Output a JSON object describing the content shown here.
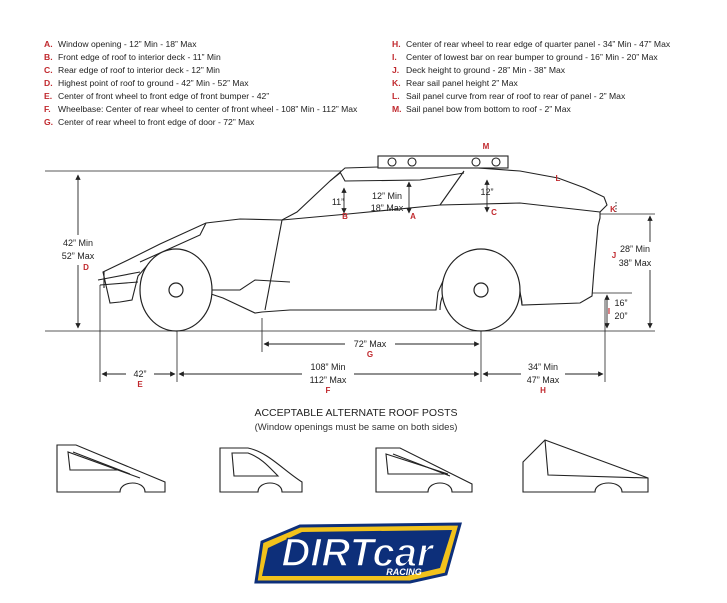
{
  "legend": {
    "left": [
      {
        "letter": "A.",
        "text": "Window opening - 12” Min - 18” Max"
      },
      {
        "letter": "B.",
        "text": "Front edge of roof to interior deck - 11” Min"
      },
      {
        "letter": "C.",
        "text": "Rear edge of roof to interior deck - 12” Min"
      },
      {
        "letter": "D.",
        "text": "Highest point of roof to ground - 42” Min - 52” Max"
      },
      {
        "letter": "E.",
        "text": "Center of front wheel to front edge of front bumper - 42”"
      },
      {
        "letter": "F.",
        "text": "Wheelbase: Center of rear wheel to center of front wheel - 108” Min - 112” Max"
      },
      {
        "letter": "G.",
        "text": "Center of rear wheel to front edge of door - 72” Max"
      }
    ],
    "right": [
      {
        "letter": "H.",
        "text": "Center of rear wheel to rear edge of quarter panel - 34” Min - 47” Max"
      },
      {
        "letter": "I.",
        "text": "Center of lowest bar on rear bumper to ground - 16” Min - 20” Max"
      },
      {
        "letter": "J.",
        "text": "Deck height to ground - 28” Min - 38” Max"
      },
      {
        "letter": "K.",
        "text": "Rear sail panel height 2” Max"
      },
      {
        "letter": "L.",
        "text": "Sail panel curve from rear of roof to rear of panel - 2” Max"
      },
      {
        "letter": "M.",
        "text": "Sail panel bow from bottom to roof - 2” Max"
      }
    ]
  },
  "dims": {
    "b_val": "11”",
    "a_min": "12” Min",
    "a_max": "18” Max",
    "c_val": "12”",
    "d_min": "42” Min",
    "d_max": "52” Max",
    "j_min": "28” Min",
    "j_max": "38” Max",
    "i_min": "16”",
    "i_max": "20”",
    "g_val": "72” Max",
    "e_val": "42”",
    "f_min": "108” Min",
    "f_max": "112” Max",
    "h_min": "34” Min",
    "h_max": "47” Max"
  },
  "letters": {
    "m": "M",
    "l": "L",
    "b": "B",
    "a": "A",
    "c": "C",
    "k": "K",
    "d": "D",
    "j": "J",
    "i": "I",
    "g": "G",
    "e": "E",
    "f": "F",
    "h": "H"
  },
  "alternate": {
    "title": "ACCEPTABLE ALTERNATE ROOF POSTS",
    "subtitle": "(Window openings must be same on both sides)"
  },
  "logo": {
    "main": "DIRTcar",
    "sub": "RACING"
  },
  "colors": {
    "accent_red": "#c0282d",
    "logo_blue": "#0d2f7a",
    "logo_yellow": "#f2c21b"
  }
}
